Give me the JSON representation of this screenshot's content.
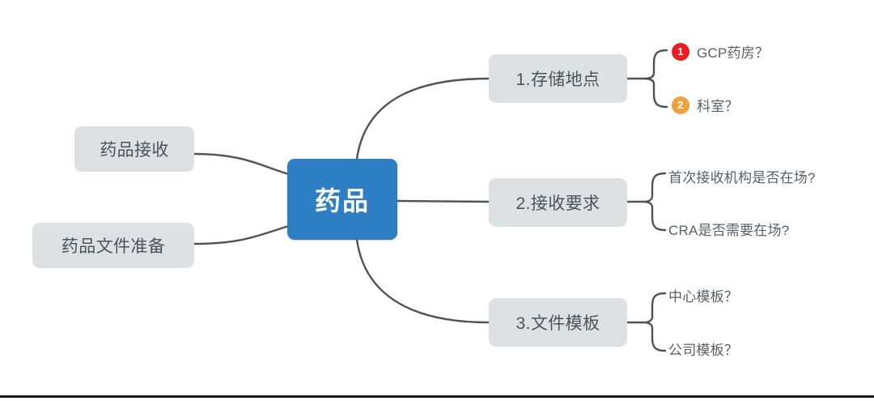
{
  "diagram": {
    "type": "mindmap",
    "title": "药品",
    "colors": {
      "root_fill": "#2e7ec4",
      "root_text": "#ffffff",
      "node_fill": "#dce2e3",
      "node_text": "#4a535c",
      "edge": "#4b535b",
      "leaf_text": "#57606a",
      "badge_1": "#ec1c24",
      "badge_2": "#f0a23c"
    },
    "root": {
      "label": "药品"
    },
    "left_branches": [
      {
        "label": "药品接收"
      },
      {
        "label": "药品文件准备"
      }
    ],
    "right_branches": [
      {
        "label": "1.存储地点",
        "children": [
          {
            "badge": "1",
            "badge_color": "#ec1c24",
            "label": "GCP药房？"
          },
          {
            "badge": "2",
            "badge_color": "#f0a23c",
            "label": "科室？"
          }
        ]
      },
      {
        "label": "2.接收要求",
        "children": [
          {
            "badge": "",
            "label": "首次接收机构是否在场?"
          },
          {
            "badge": "",
            "label": "CRA是否需要在场?"
          }
        ]
      },
      {
        "label": "3.文件模板",
        "children": [
          {
            "badge": "",
            "label": "中心模板？"
          },
          {
            "badge": "",
            "label": "公司模板？"
          }
        ]
      }
    ]
  }
}
